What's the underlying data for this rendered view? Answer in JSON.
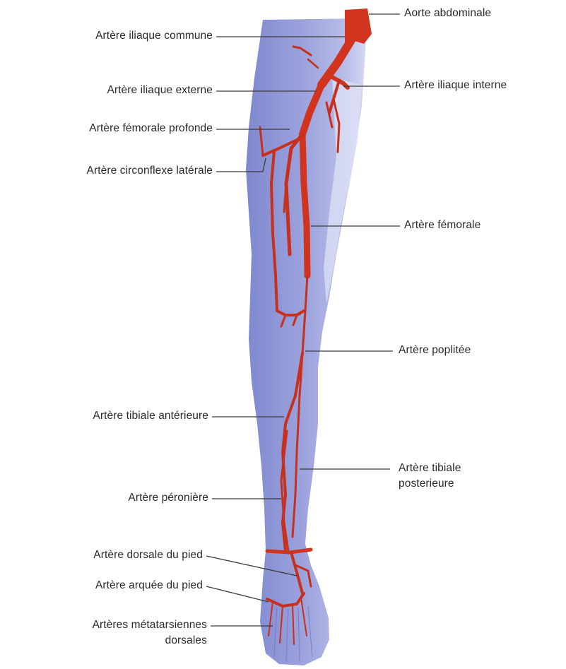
{
  "labels": {
    "aorte": "Aorte abdominale",
    "iliaque_commune": "Artère iliaque commune",
    "iliaque_externe": "Artère iliaque externe",
    "iliaque_interne": "Artère iliaque interne",
    "femorale_profonde": "Artère fémorale profonde",
    "circonflexe": "Artère circonflexe latérale",
    "femorale": "Artère fémorale",
    "poplitee": "Artère poplitée",
    "tibiale_anterieure": "Artère tibiale antérieure",
    "tibiale_posterieure_1": "Artère tibiale",
    "tibiale_posterieure_2": "posterieure",
    "peroniere": "Artère péronière",
    "dorsale_pied": "Artère dorsale du pied",
    "arquee_pied": "Artère arquée du pied",
    "metatarsiennes_1": "Artères métatarsiennes",
    "metatarsiennes_2": "dorsales"
  },
  "colors": {
    "artery": "#d0341f",
    "artery_dark": "#a82616",
    "leg": "#8e96d6",
    "leg_light": "#c9cdee",
    "leader": "#3a3a3a"
  }
}
